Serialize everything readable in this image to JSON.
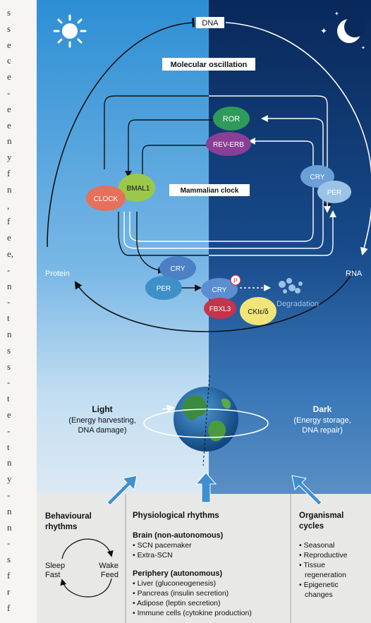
{
  "margin_letters": [
    "s",
    "s",
    "e",
    "c",
    "e",
    "-",
    "e",
    "e",
    "n",
    "y",
    "f",
    "n",
    ",",
    "f",
    "e",
    "e,",
    "-",
    "n",
    "-",
    "t",
    "n",
    "s",
    "s",
    "-",
    "t",
    "e",
    "-",
    "t",
    "n",
    "y",
    "-",
    "n",
    "n",
    "-",
    "s",
    "f",
    "r",
    "f"
  ],
  "diagram": {
    "top": {
      "dna": "DNA",
      "molecular_oscillation": "Molecular oscillation",
      "ror": "ROR",
      "rev_erb": "REV-ERB",
      "bmal1": "BMAL1",
      "clock": "CLOCK",
      "mammalian_clock": "Mammalian clock",
      "cry_right": "CRY",
      "per_right": "PER",
      "protein": "Protein",
      "rna": "RNA",
      "cry_center": "CRY",
      "per_center": "PER",
      "cry_degr": "CRY",
      "p_badge": "P",
      "degradation": "Degradation",
      "fbxl3": "FBXL3",
      "ckie": "CKIε/δ",
      "light_title": "Light",
      "light_sub1": "(Energy harvesting,",
      "light_sub2": "DNA damage)",
      "dark_title": "Dark",
      "dark_sub1": "(Energy storage,",
      "dark_sub2": "DNA repair)"
    },
    "bottom": {
      "behavioural": {
        "title1": "Behavioural",
        "title2": "rhythms",
        "sleep": "Sleep",
        "wake": "Wake",
        "fast": "Fast",
        "feed": "Feed"
      },
      "physiological": {
        "title": "Physiological rhythms",
        "brain_title": "Brain (non-autonomous)",
        "brain_items": [
          "• SCN pacemaker",
          "• Extra-SCN"
        ],
        "periphery_title": "Periphery (autonomous)",
        "periphery_items": [
          "• Liver (gluconeogenesis)",
          "• Pancreas (insulin secretion)",
          "• Adipose (leptin secretion)",
          "• Immune cells (cytokine production)"
        ]
      },
      "organismal": {
        "title1": "Organismal",
        "title2": "cycles",
        "items": [
          "• Seasonal",
          "• Reproductive",
          "• Tissue",
          "regeneration",
          "• Epigenetic",
          "changes"
        ]
      }
    },
    "colors": {
      "day_top": "#2f8fd3",
      "day_bottom": "#cfe4f4",
      "night_top": "#0b2e5c",
      "night_bottom": "#3d79b8",
      "panel": "#e6e6e4",
      "ror": "#2f9a5a",
      "rev_erb": "#8a3f96",
      "bmal1": "#9bc84a",
      "clock": "#e6705a",
      "per": "#3f8fc8",
      "cry": "#5a8ed0",
      "fbxl3": "#c5344a",
      "ckie": "#f1e57a"
    }
  }
}
